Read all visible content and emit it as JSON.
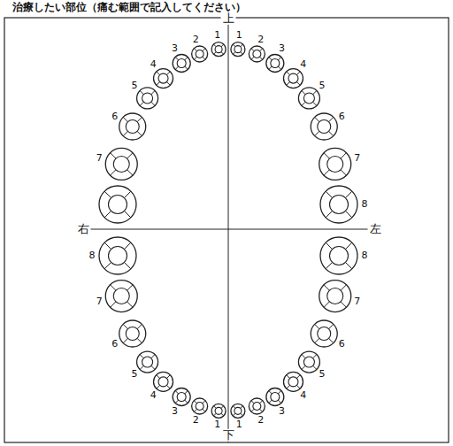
{
  "diagram": {
    "title": "治療したい部位（痛む範囲で記入してください）",
    "labels": [
      "上",
      "1",
      "2",
      "3",
      "4",
      "5",
      "6",
      "7",
      "1",
      "2",
      "3",
      "4",
      "5",
      "6",
      "7",
      "8",
      "右",
      "左",
      "8",
      "7",
      "6",
      "5",
      "4",
      "3",
      "2",
      "1",
      "1",
      "2",
      "3",
      "4",
      "5",
      "6",
      "7",
      "8",
      "下"
    ]
  }
}
